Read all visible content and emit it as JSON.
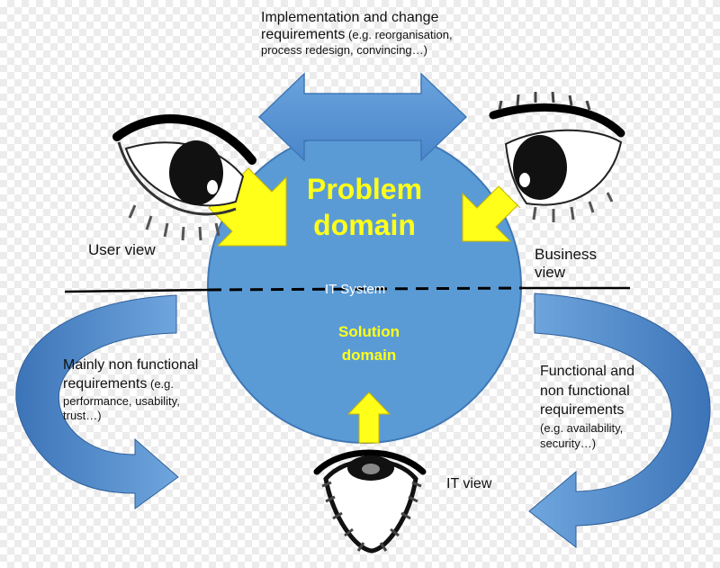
{
  "top_label": {
    "line1": "Implementation and change",
    "line2a": "requirements",
    "line2b": " (e.g. reorganisation,",
    "line3": "process redesign, convincing…)"
  },
  "problem_domain": {
    "line1": "Problem",
    "line2": "domain"
  },
  "it_system": "IT System",
  "solution_domain": {
    "line1": "Solution",
    "line2": "domain"
  },
  "user_view": "User view",
  "business_view": {
    "line1": "Business",
    "line2": "view"
  },
  "it_view": "IT view",
  "left_note": {
    "line1": "Mainly non functional",
    "line2a": "requirements",
    "line2b": " (e.g.",
    "line3": "performance, usability,",
    "line4": "trust…)"
  },
  "right_note": {
    "line1": "Functional and",
    "line2": "non functional",
    "line3": "requirements",
    "line4": "(e.g. availability,",
    "line5": "security…)"
  },
  "colors": {
    "circle": "#5b9bd5",
    "arrow_blue": "#5b95d4",
    "arrow_yellow": "#ffff1a",
    "domain_text": "#ffff1a"
  }
}
